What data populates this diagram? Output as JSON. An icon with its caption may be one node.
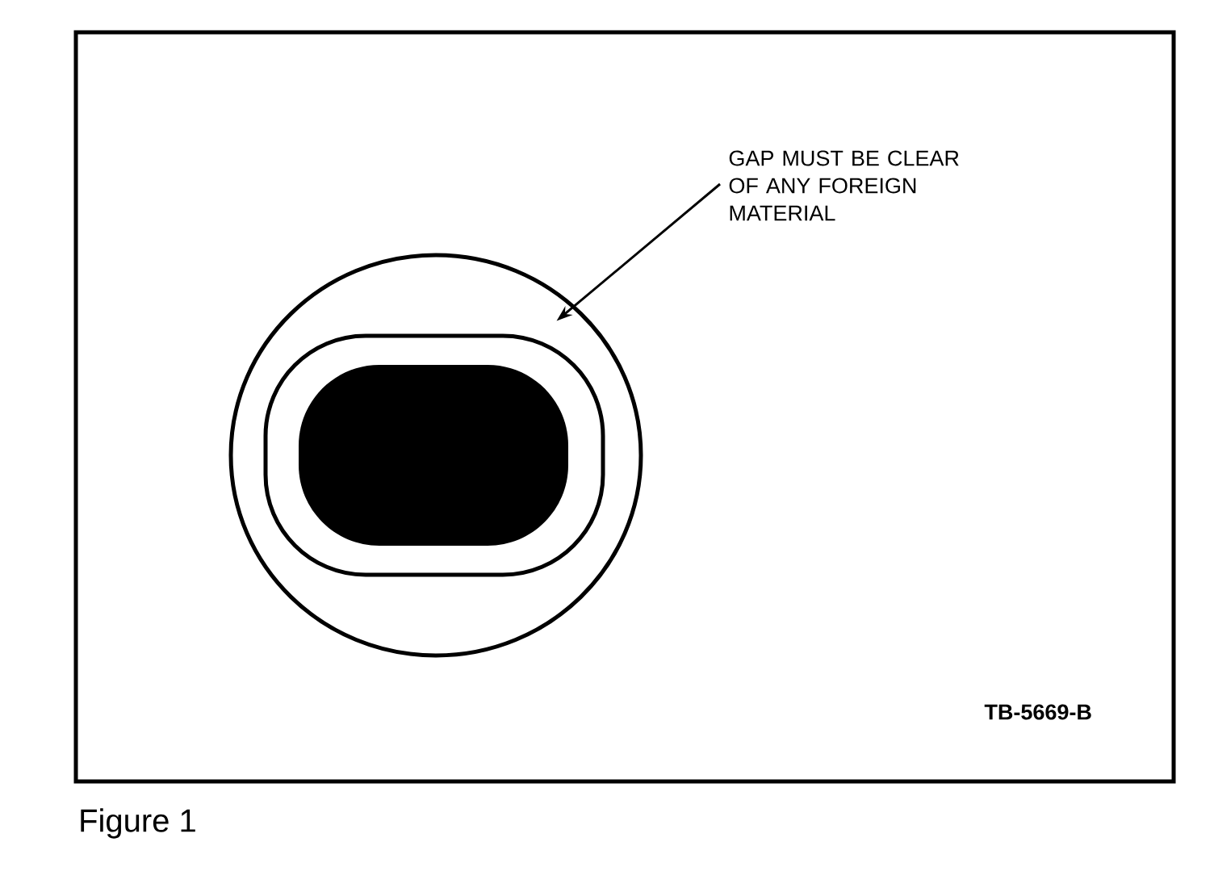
{
  "diagram": {
    "caption": "Figure 1",
    "nodes": [
      {
        "text": [
          "GAP MUST BE CLEAR OF ANY FOREIGN MATERIAL"
        ]
      },
      {
        "text": [],
        "shape": "box"
      }
    ],
    "edges": [
      {
        "from": 0,
        "to": 1,
        "arrow": "to"
      }
    ],
    "labels": [
      "TB-5669-B"
    ]
  }
}
